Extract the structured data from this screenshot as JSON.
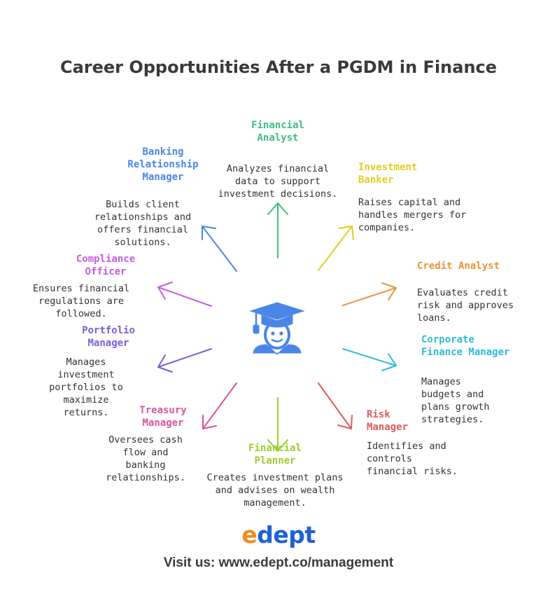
{
  "title": "Career Opportunities After a PGDM in Finance",
  "center_icon": "graduate-icon",
  "colors": {
    "financial_analyst": "#3dbf7f",
    "investment_banker": "#e0cf1e",
    "credit_analyst": "#e8963a",
    "corporate_finance_manager": "#2bbcd6",
    "risk_manager": "#e05b5b",
    "financial_planner": "#9ccc2c",
    "treasury_manager": "#d9559e",
    "portfolio_manager": "#7b5ed6",
    "compliance_officer": "#c45ee0",
    "banking_relationship_manager": "#4a86e8",
    "icon": "#4a86e8",
    "brand_blue": "#1e62d6",
    "brand_orange": "#f28b1e"
  },
  "careers": {
    "financial_analyst": {
      "title": [
        "Financial",
        "Analyst"
      ],
      "desc": [
        "Analyzes financial",
        "data to support",
        "investment decisions."
      ]
    },
    "investment_banker": {
      "title": [
        "Investment",
        "Banker"
      ],
      "desc": [
        "Raises capital and",
        "handles mergers for",
        "companies."
      ]
    },
    "credit_analyst": {
      "title": [
        "Credit Analyst"
      ],
      "desc": [
        "Evaluates credit",
        "risk and approves",
        "loans."
      ]
    },
    "corporate_finance_manager": {
      "title": [
        "Corporate",
        "Finance Manager"
      ],
      "desc": [
        "Manages",
        "budgets and",
        "plans growth",
        "strategies."
      ]
    },
    "risk_manager": {
      "title": [
        "Risk",
        "Manager"
      ],
      "desc": [
        "Identifies and",
        "controls",
        "financial risks."
      ]
    },
    "financial_planner": {
      "title": [
        "Financial",
        "Planner"
      ],
      "desc": [
        "Creates investment plans",
        "and advises on wealth",
        "management."
      ]
    },
    "treasury_manager": {
      "title": [
        "Treasury",
        "Manager"
      ],
      "desc": [
        "Oversees cash",
        "flow and",
        "banking",
        "relationships."
      ]
    },
    "portfolio_manager": {
      "title": [
        "Portfolio",
        "Manager"
      ],
      "desc": [
        "Manages",
        "investment",
        "portfolios to",
        "maximize",
        "returns."
      ]
    },
    "compliance_officer": {
      "title": [
        "Compliance",
        "Officer"
      ],
      "desc": [
        "Ensures financial",
        "regulations are",
        "followed."
      ]
    },
    "banking_relationship_manager": {
      "title": [
        "Banking",
        "Relationship",
        "Manager"
      ],
      "desc": [
        "Builds client",
        "relationships and",
        "offers financial",
        "solutions."
      ]
    }
  },
  "brand": {
    "mark": "e",
    "rest": "dept"
  },
  "footer": "Visit us: www.edept.co/management"
}
